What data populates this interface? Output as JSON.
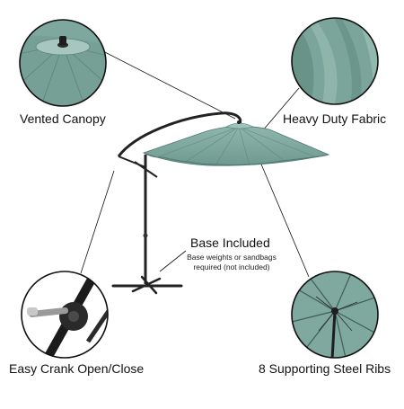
{
  "features": {
    "vented_canopy": "Vented Canopy",
    "heavy_duty_fabric": "Heavy Duty Fabric",
    "base_included": "Base Included",
    "base_note_line1": "Base weights or sandbags",
    "base_note_line2": "required (not included)",
    "easy_crank": "Easy Crank Open/Close",
    "steel_ribs": "8 Supporting Steel Ribs"
  },
  "colors": {
    "canopy": "#7fa89e",
    "canopy_dark": "#5f8a80",
    "canopy_light": "#a9c8c0",
    "frame": "#1f1f1f",
    "circle_border": "#111111"
  }
}
